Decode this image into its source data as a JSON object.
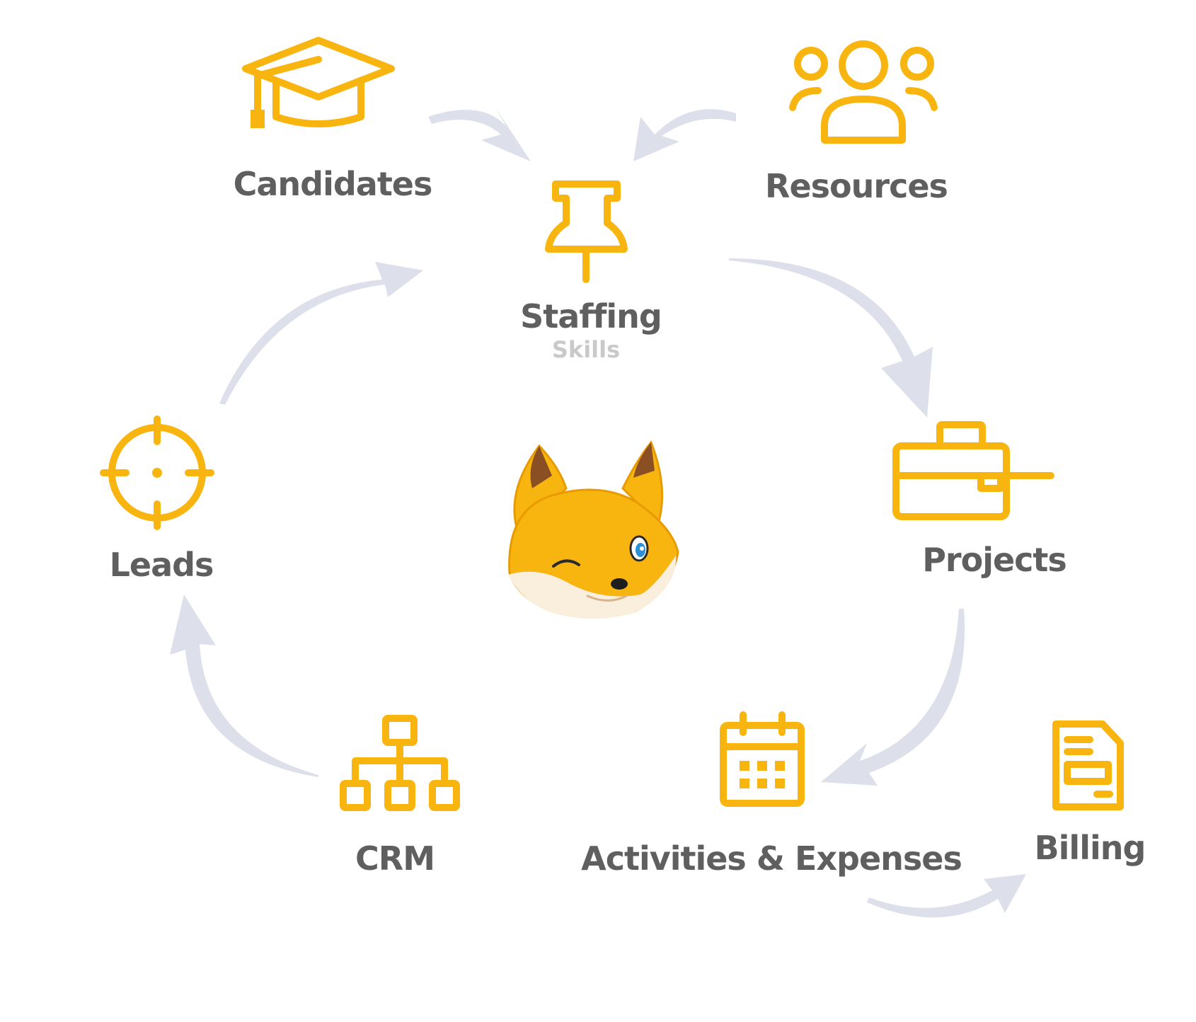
{
  "diagram": {
    "nodes": [
      {
        "id": "candidates",
        "label": "Candidates",
        "icon": "graduation-cap-icon"
      },
      {
        "id": "resources",
        "label": "Resources",
        "icon": "people-group-icon"
      },
      {
        "id": "staffing",
        "label": "Staffing",
        "sublabel": "Skills",
        "icon": "pushpin-icon"
      },
      {
        "id": "projects",
        "label": "Projects",
        "icon": "briefcase-icon"
      },
      {
        "id": "activities",
        "label": "Activities & Expenses",
        "icon": "calendar-icon"
      },
      {
        "id": "billing",
        "label": "Billing",
        "icon": "invoice-document-icon"
      },
      {
        "id": "crm",
        "label": "CRM",
        "icon": "org-chart-icon"
      },
      {
        "id": "leads",
        "label": "Leads",
        "icon": "crosshair-target-icon"
      }
    ],
    "center_mascot": "winking-fox-icon",
    "edges": [
      {
        "from": "candidates",
        "to": "staffing"
      },
      {
        "from": "resources",
        "to": "staffing"
      },
      {
        "from": "staffing",
        "to": "projects"
      },
      {
        "from": "projects",
        "to": "activities"
      },
      {
        "from": "activities",
        "to": "billing"
      },
      {
        "from": "crm",
        "to": "leads"
      },
      {
        "from": "leads",
        "to": "staffing"
      }
    ],
    "colors": {
      "icon": "#F9B50F",
      "label": "#5f5f5f",
      "sublabel": "#c9c9c9",
      "arrow": "#dde0ea"
    }
  }
}
